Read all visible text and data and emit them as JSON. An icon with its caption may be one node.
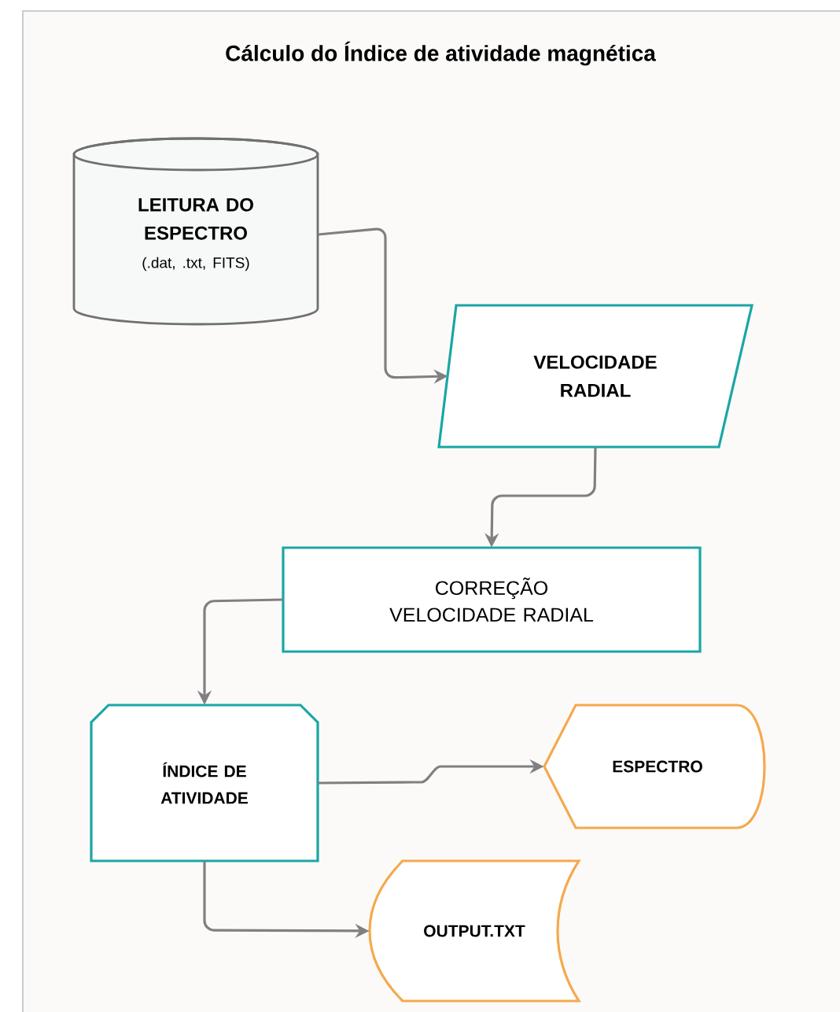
{
  "diagram": {
    "title": "Cálculo do Índice de atividade magnética",
    "nodes": [
      {
        "text": [
          "LEITURA DO ESPECTRO",
          "(.dat, .txt, FITS)"
        ]
      },
      {
        "text": [
          "VELOCIDADE RADIAL"
        ]
      },
      {
        "text": [
          "CORREÇÃO VELOCIDADE RADIAL"
        ]
      },
      {
        "text": [
          "ÍNDICE DE ATIVIDADE"
        ]
      },
      {
        "text": [
          "ESPECTRO"
        ]
      },
      {
        "text": [
          "OUTPUT.TXT"
        ]
      }
    ],
    "edges": [
      {
        "from": 0,
        "to": 1,
        "arrow": "to"
      },
      {
        "from": 1,
        "to": 2,
        "arrow": "to"
      },
      {
        "from": 2,
        "to": 3,
        "arrow": "to"
      },
      {
        "from": 3,
        "to": 4,
        "arrow": "to"
      },
      {
        "from": 3,
        "to": 5,
        "arrow": "to"
      }
    ]
  }
}
